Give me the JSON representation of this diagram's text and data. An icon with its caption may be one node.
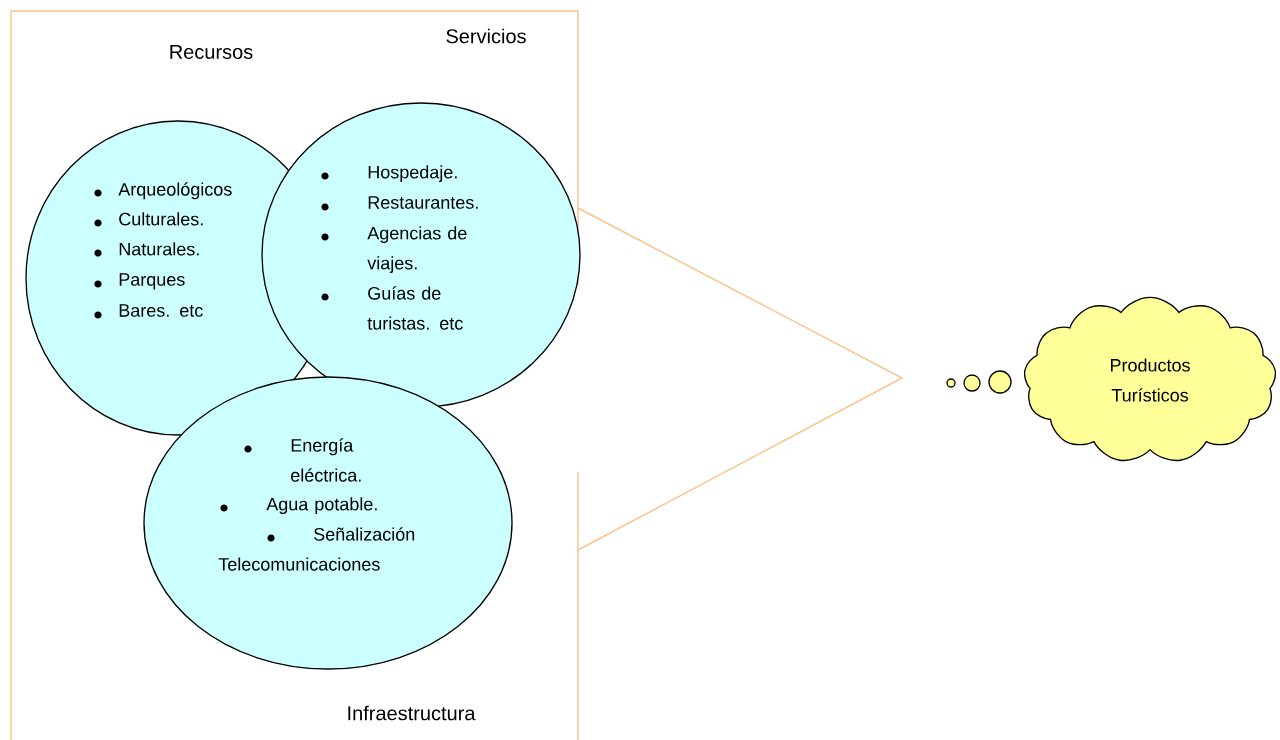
{
  "diagram": {
    "nodes": [
      {
        "text": [],
        "shape": "box"
      },
      {
        "text": [
          "Arqueológicos",
          "Culturales.",
          "Naturales.",
          "Parques",
          "Bares. etc"
        ],
        "in": 0
      },
      {
        "text": [
          "Hospedaje.",
          "Restaurantes.",
          "Agencias de viajes.",
          "Guías de turistas. etc"
        ],
        "in": 0
      },
      {
        "text": [
          "Energía eléctrica.",
          "Agua potable.",
          "Señalización Telecomunicaciones"
        ],
        "in": 0
      },
      {
        "text": [
          "Productos Turísticos"
        ]
      }
    ],
    "labels": [
      "Recursos",
      "Servicios",
      "Infraestructura"
    ]
  }
}
